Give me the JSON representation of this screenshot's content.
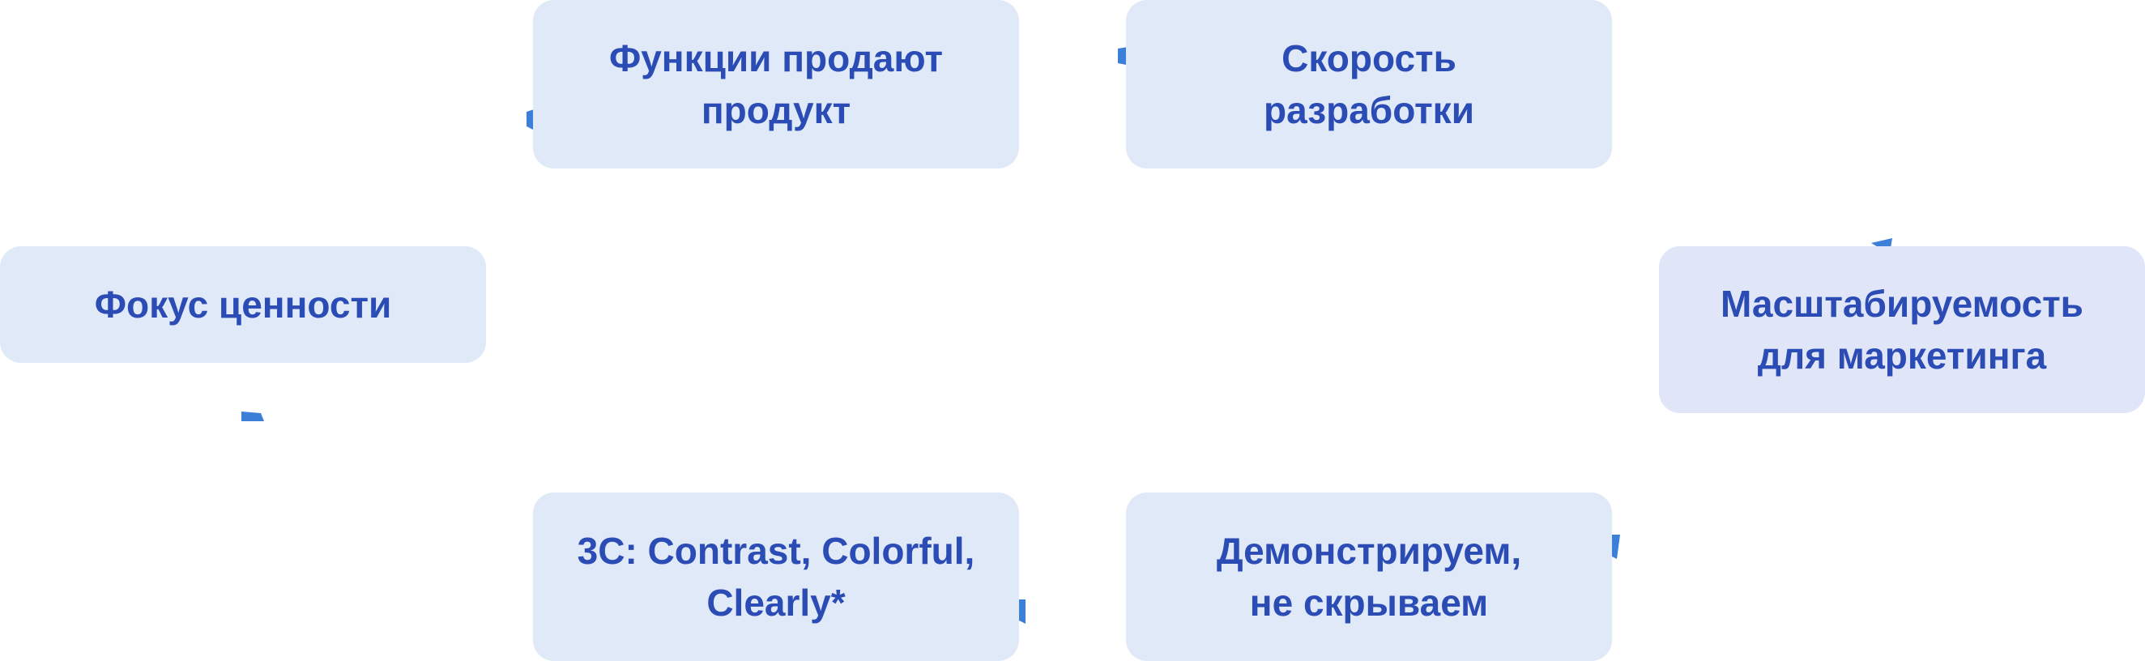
{
  "diagram": {
    "nodes": {
      "value_focus": {
        "lines": [
          "Фокус ценности"
        ]
      },
      "features_sell": {
        "lines": [
          "Функции продают",
          "продукт"
        ]
      },
      "dev_speed": {
        "lines": [
          "Скорость",
          "разработки"
        ]
      },
      "marketing_scale": {
        "lines": [
          "Масштабируемость",
          "для маркетинга"
        ]
      },
      "demonstrate": {
        "lines": [
          "Демонстрируем,",
          "не скрываем"
        ]
      },
      "three_c": {
        "lines": [
          "3C: Contrast, Colorful,",
          "Clearly*"
        ]
      }
    },
    "colors": {
      "node_fill": "#dfe9f7",
      "node_fill_alt": "#e0e6f8",
      "text": "#2b4bb5",
      "arrow": "#3b7fd6"
    }
  }
}
